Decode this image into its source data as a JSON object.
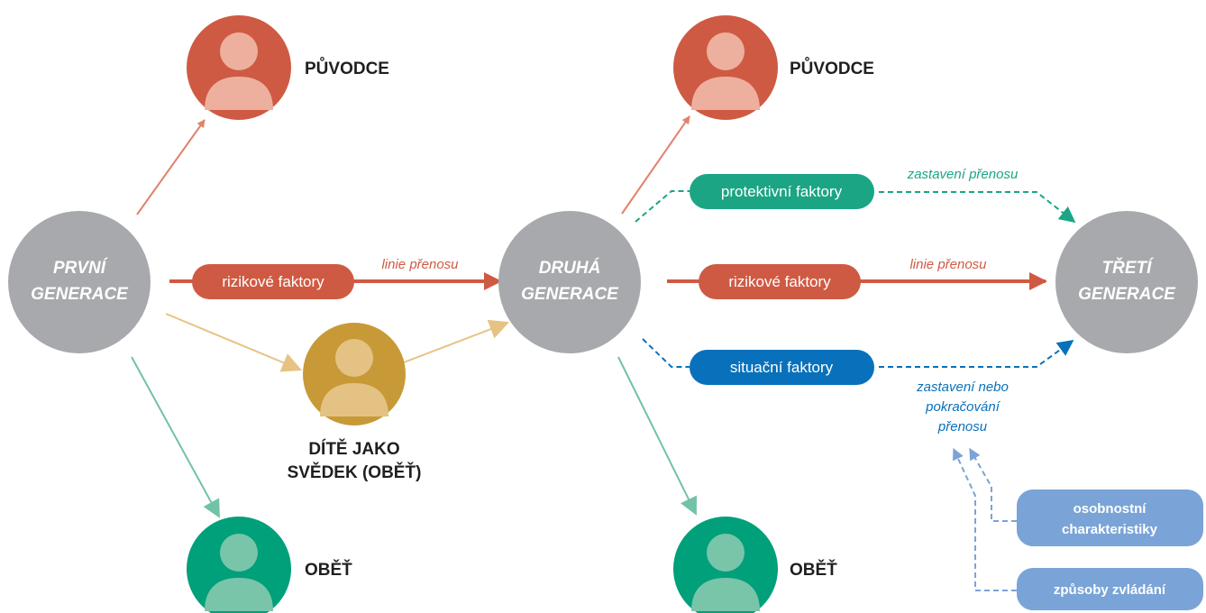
{
  "colors": {
    "generation": "#a7a9ac",
    "perpetrator": "#cf5a43",
    "perpetrator_light": "#edb09e",
    "victim": "#00a07a",
    "victim_light": "#79c5aa",
    "witness": "#c89a37",
    "witness_light": "#e3c283",
    "risk": "#cf5a43",
    "protective": "#1ba584",
    "situational": "#0971bb",
    "personal": "#7aa4d7"
  },
  "generations": {
    "first": {
      "line1": "PRVNÍ",
      "line2": "GENERACE"
    },
    "second": {
      "line1": "DRUHÁ",
      "line2": "GENERACE"
    },
    "third": {
      "line1": "TŘETÍ",
      "line2": "GENERACE"
    }
  },
  "roles": {
    "perpetrator_1": "PŮVODCE",
    "perpetrator_2": "PŮVODCE",
    "victim_1": "OBĚŤ",
    "victim_2": "OBĚŤ",
    "witness_line1": "DÍTĚ JAKO",
    "witness_line2": "SVĚDEK (OBĚŤ)"
  },
  "factors": {
    "risk_1": "rizikové faktory",
    "risk_2": "rizikové faktory",
    "protective": "protektivní faktory",
    "situational": "situační faktory",
    "personality_line1": "osobnostní",
    "personality_line2": "charakteristiky",
    "coping": "způsoby zvládání"
  },
  "edge_labels": {
    "transmission_1": "linie přenosu",
    "transmission_2": "linie přenosu",
    "stop": "zastavení přenosu",
    "stop_or_continue_line1": "zastavení nebo",
    "stop_or_continue_line2": "pokračování",
    "stop_or_continue_line3": "přenosu"
  },
  "icons": {
    "person": "person-icon",
    "arrow": "arrow-head"
  }
}
